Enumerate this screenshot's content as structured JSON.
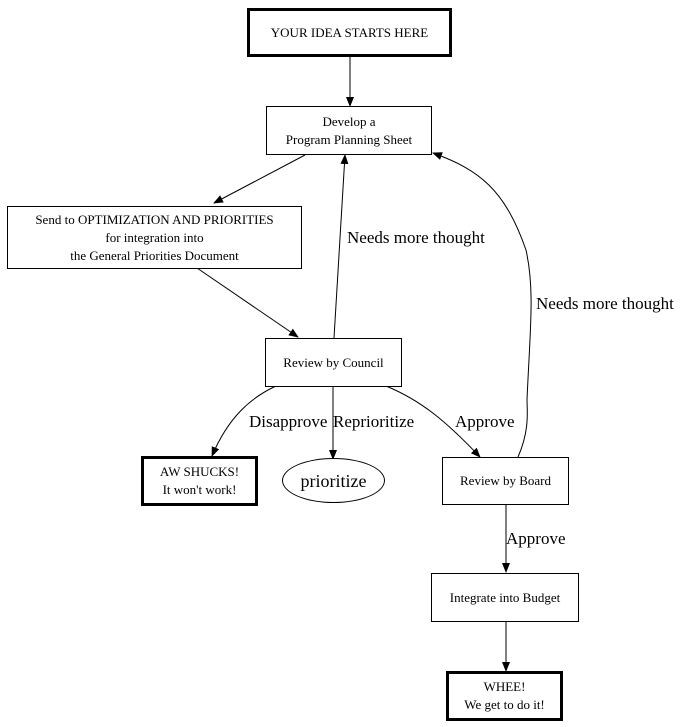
{
  "nodes": {
    "start": {
      "lines": [
        "YOUR IDEA STARTS HERE"
      ]
    },
    "develop": {
      "lines": [
        "Develop a",
        "Program Planning Sheet"
      ]
    },
    "send": {
      "lines": [
        "Send to OPTIMIZATION AND PRIORITIES",
        "for integration into",
        "the General Priorities Document"
      ]
    },
    "council": {
      "lines": [
        "Review by Council"
      ]
    },
    "aw_shucks": {
      "lines": [
        "AW SHUCKS!",
        "It won't work!"
      ]
    },
    "prioritize": {
      "lines": [
        "prioritize"
      ]
    },
    "board": {
      "lines": [
        "Review by Board"
      ]
    },
    "budget": {
      "lines": [
        "Integrate into Budget"
      ]
    },
    "whee": {
      "lines": [
        "WHEE!",
        "We get to do it!"
      ]
    }
  },
  "edge_labels": {
    "council_to_develop": "Needs more thought",
    "board_to_develop": "Needs more thought",
    "council_to_aw": "Disapprove",
    "council_to_prioritize": "Reprioritize",
    "council_to_board": "Approve",
    "board_to_budget": "Approve"
  }
}
